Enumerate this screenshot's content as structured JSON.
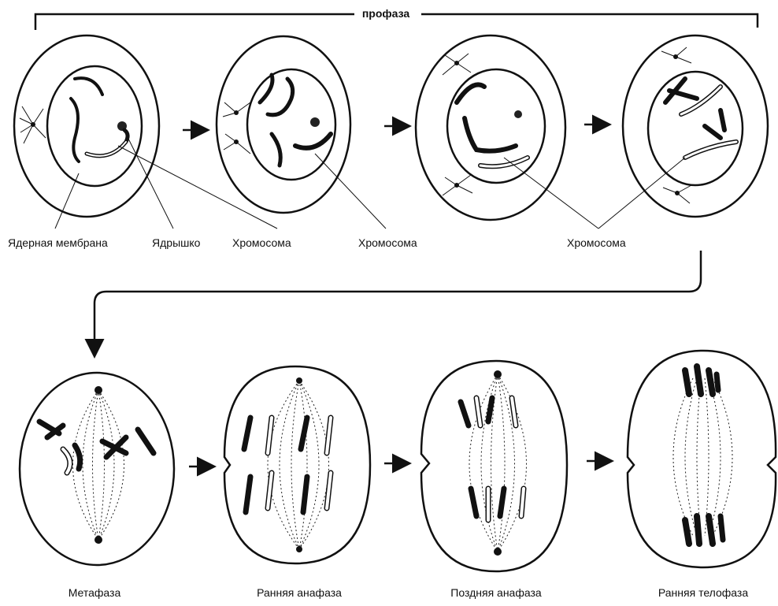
{
  "top_title": "профаза",
  "labels": {
    "nuclear_membrane": "Ядерная мембрана",
    "nucleolus": "Ядрышко",
    "chromosome_1": "Хромосома",
    "chromosome_2": "Хромосома",
    "chromosome_3": "Хромосома"
  },
  "stage_labels": {
    "metaphase": "Метафаза",
    "early_anaphase": "Ранняя анафаза",
    "late_anaphase": "Поздняя анафаза",
    "early_telophase": "Ранняя телофаза"
  }
}
